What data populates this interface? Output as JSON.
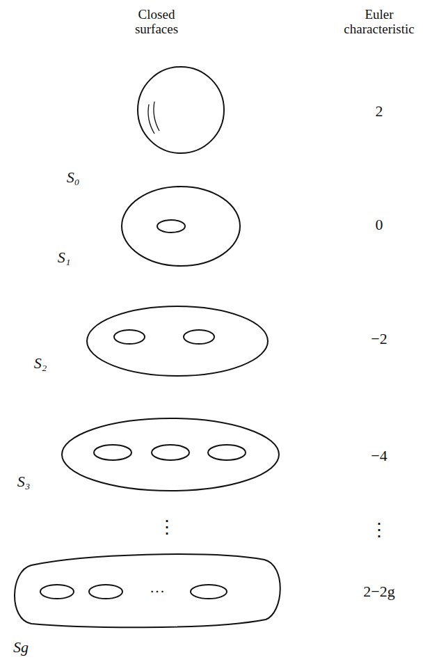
{
  "diagram": {
    "labels": [
      "Closed surfaces",
      "Euler characteristic",
      "S₀",
      "2",
      "S₁",
      "0",
      "S₂",
      "−2",
      "S₃",
      "−4",
      "⋮",
      "⋮",
      "···",
      "Sg",
      "2−2g"
    ]
  }
}
